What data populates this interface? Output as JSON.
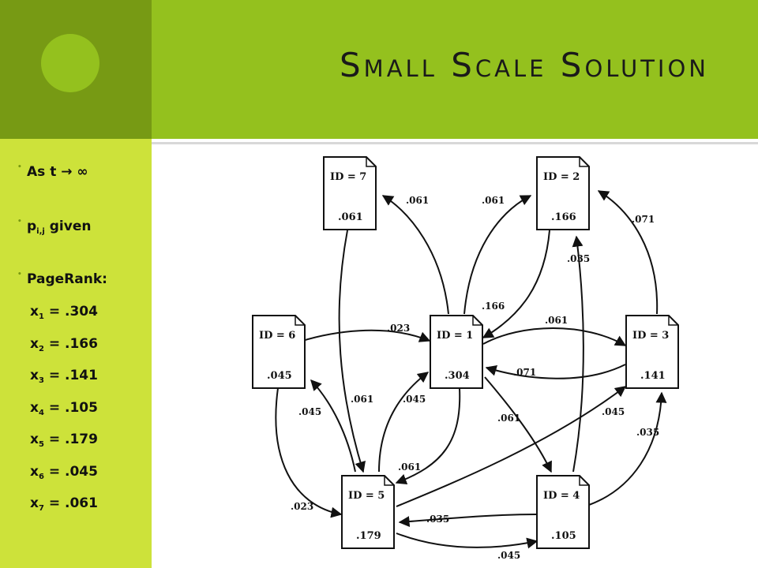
{
  "slide": {
    "title": "Small Scale Solution"
  },
  "bullets": {
    "as_t": "As  t → ∞",
    "p_base": "p",
    "p_sub": "i,j",
    "p_rest": " given",
    "pagerank": "PageRank:"
  },
  "ranks": [
    {
      "var": "x",
      "sub": "1",
      "value": "= .304"
    },
    {
      "var": "x",
      "sub": "2",
      "value": "= .166"
    },
    {
      "var": "x",
      "sub": "3",
      "value": "= .141"
    },
    {
      "var": "x",
      "sub": "4",
      "value": "= .105"
    },
    {
      "var": "x",
      "sub": "5",
      "value": "= .179"
    },
    {
      "var": "x",
      "sub": "6",
      "value": "= .045"
    },
    {
      "var": "x",
      "sub": "7",
      "value": "= .061"
    }
  ],
  "nodes": {
    "n7": {
      "id": "ID = 7",
      "rank": ".061"
    },
    "n2": {
      "id": "ID = 2",
      "rank": ".166"
    },
    "n6": {
      "id": "ID = 6",
      "rank": ".045"
    },
    "n1": {
      "id": "ID = 1",
      "rank": ".304"
    },
    "n3": {
      "id": "ID = 3",
      "rank": ".141"
    },
    "n5": {
      "id": "ID = 5",
      "rank": ".179"
    },
    "n4": {
      "id": "ID = 4",
      "rank": ".105"
    }
  },
  "edges": {
    "e1_7": ".061",
    "e1_2": ".061",
    "e3_2": ".071",
    "e4_2": ".035",
    "e2_1": ".166",
    "e6_1": ".023",
    "e1_3": ".061",
    "e3_1": ".071",
    "e7_5": ".061",
    "e5_6": ".045",
    "e5_1": ".045",
    "e1_4": ".061",
    "e1_5": ".061",
    "e5_3": ".045",
    "e4_3": ".035",
    "e6_5": ".023",
    "e4_5": ".035",
    "e5_4": ".045"
  }
}
